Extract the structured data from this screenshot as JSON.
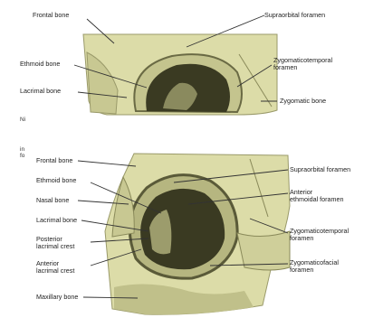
{
  "colors": {
    "bone": "#dcdca8",
    "bone_shadow": "#9a9a6a",
    "orbit_dark": "#3a3a22",
    "line": "#333333",
    "background": "#ffffff"
  },
  "top_panel": {
    "labels": {
      "frontal_bone": "Frontal bone",
      "supraorbital_foramen": "Supraorbital foramen",
      "ethmoid_bone": "Ethmoid bone",
      "zygomaticotemporal_foramen": "Zygomaticotemporal\nforamen",
      "lacrimal_bone": "Lacrimal bone",
      "zygomatic_bone": "Zygomatic bone"
    }
  },
  "stray_text": {
    "ni": "Ni",
    "infr": "in\nfo"
  },
  "bottom_panel": {
    "labels": {
      "frontal_bone": "Frontal bone",
      "supraorbital_foramen": "Supraorbital foramen",
      "ethmoid_bone": "Ethmoid bone",
      "anterior_ethmoidal_foramen": "Anterior\nethmoidal foramen",
      "nasal_bone": "Nasal bone",
      "lacrimal_bone": "Lacrimal bone",
      "zygomaticotemporal_foramen": "Zygomaticotemporal\nforamen",
      "posterior_lacrimal_crest": "Posterior\nlacrimal crest",
      "zygomaticofacial_foramen": "Zygomaticofacial\nforamen",
      "anterior_lacrimal_crest": "Anterior\nlacrimal crest",
      "maxillary_bone": "Maxillary bone"
    }
  }
}
